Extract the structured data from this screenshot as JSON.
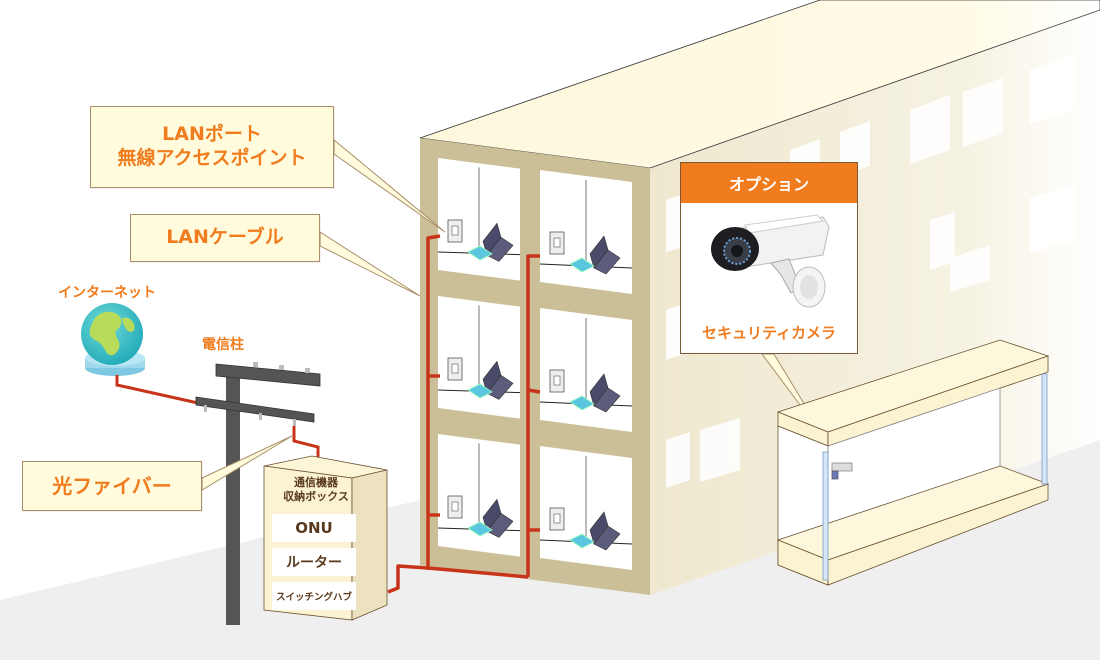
{
  "diagram": {
    "title": "建物内LAN配線構成図",
    "callouts": {
      "lan_port_line1": "LANポート",
      "lan_port_line2": "無線アクセスポイント",
      "lan_cable": "LANケーブル",
      "optical_fiber": "光ファイバー"
    },
    "labels": {
      "internet": "インターネット",
      "utility_pole": "電信柱"
    },
    "equipment_box": {
      "title_line1": "通信機器",
      "title_line2": "収納ボックス",
      "slots": [
        "ONU",
        "ルーター",
        "スイッチングハブ"
      ]
    },
    "option_card": {
      "header": "オプション",
      "caption": "セキュリティカメラ",
      "icon": "security-camera-icon"
    },
    "building": {
      "floors": 3,
      "rooms_per_floor": 2,
      "room_devices": [
        "lan-port-icon",
        "laptop-icon",
        "tablet-icon"
      ]
    },
    "colors": {
      "accent": "#f07c1e",
      "cable": "#c8341a",
      "callout_bg": "#fffbdc",
      "building_frame": "#cbbf98",
      "building_top": "#fdf8dc",
      "text_brown": "#5a3a1e"
    }
  }
}
